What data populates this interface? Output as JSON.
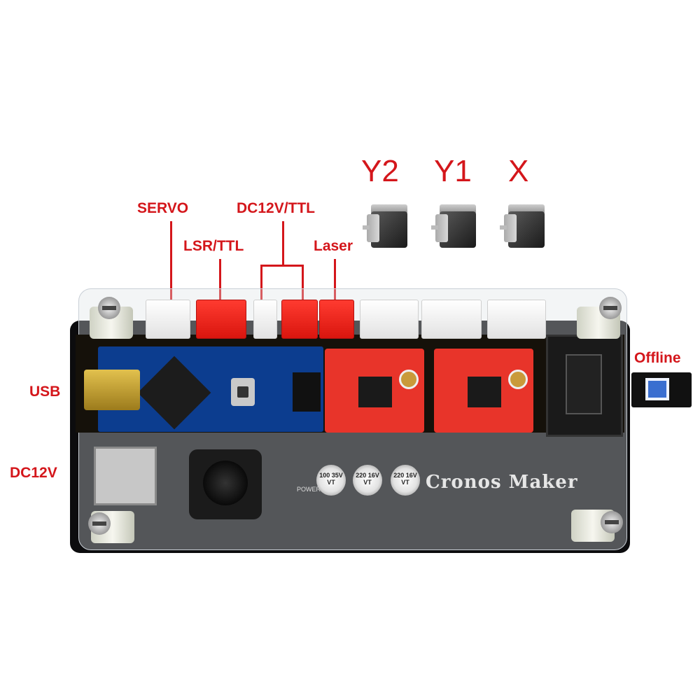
{
  "labels": {
    "servo": "SERVO",
    "lsr_ttl": "LSR/TTL",
    "dc12v_ttl": "DC12V/TTL",
    "laser": "Laser",
    "usb": "USB",
    "dc12v": "DC12V",
    "offline": "Offline"
  },
  "motors": {
    "y2": "Y2",
    "y1": "Y1",
    "x": "X"
  },
  "board": {
    "brand": "Cronos Maker",
    "power_label": "POWER",
    "capacitors": [
      "100 35V VT",
      "220 16V VT",
      "220 16V VT"
    ]
  },
  "colors": {
    "label_red": "#d4161b",
    "connector_red": "#ff3b30",
    "driver_red": "#e8342a",
    "nano_blue": "#0c3d8f"
  }
}
